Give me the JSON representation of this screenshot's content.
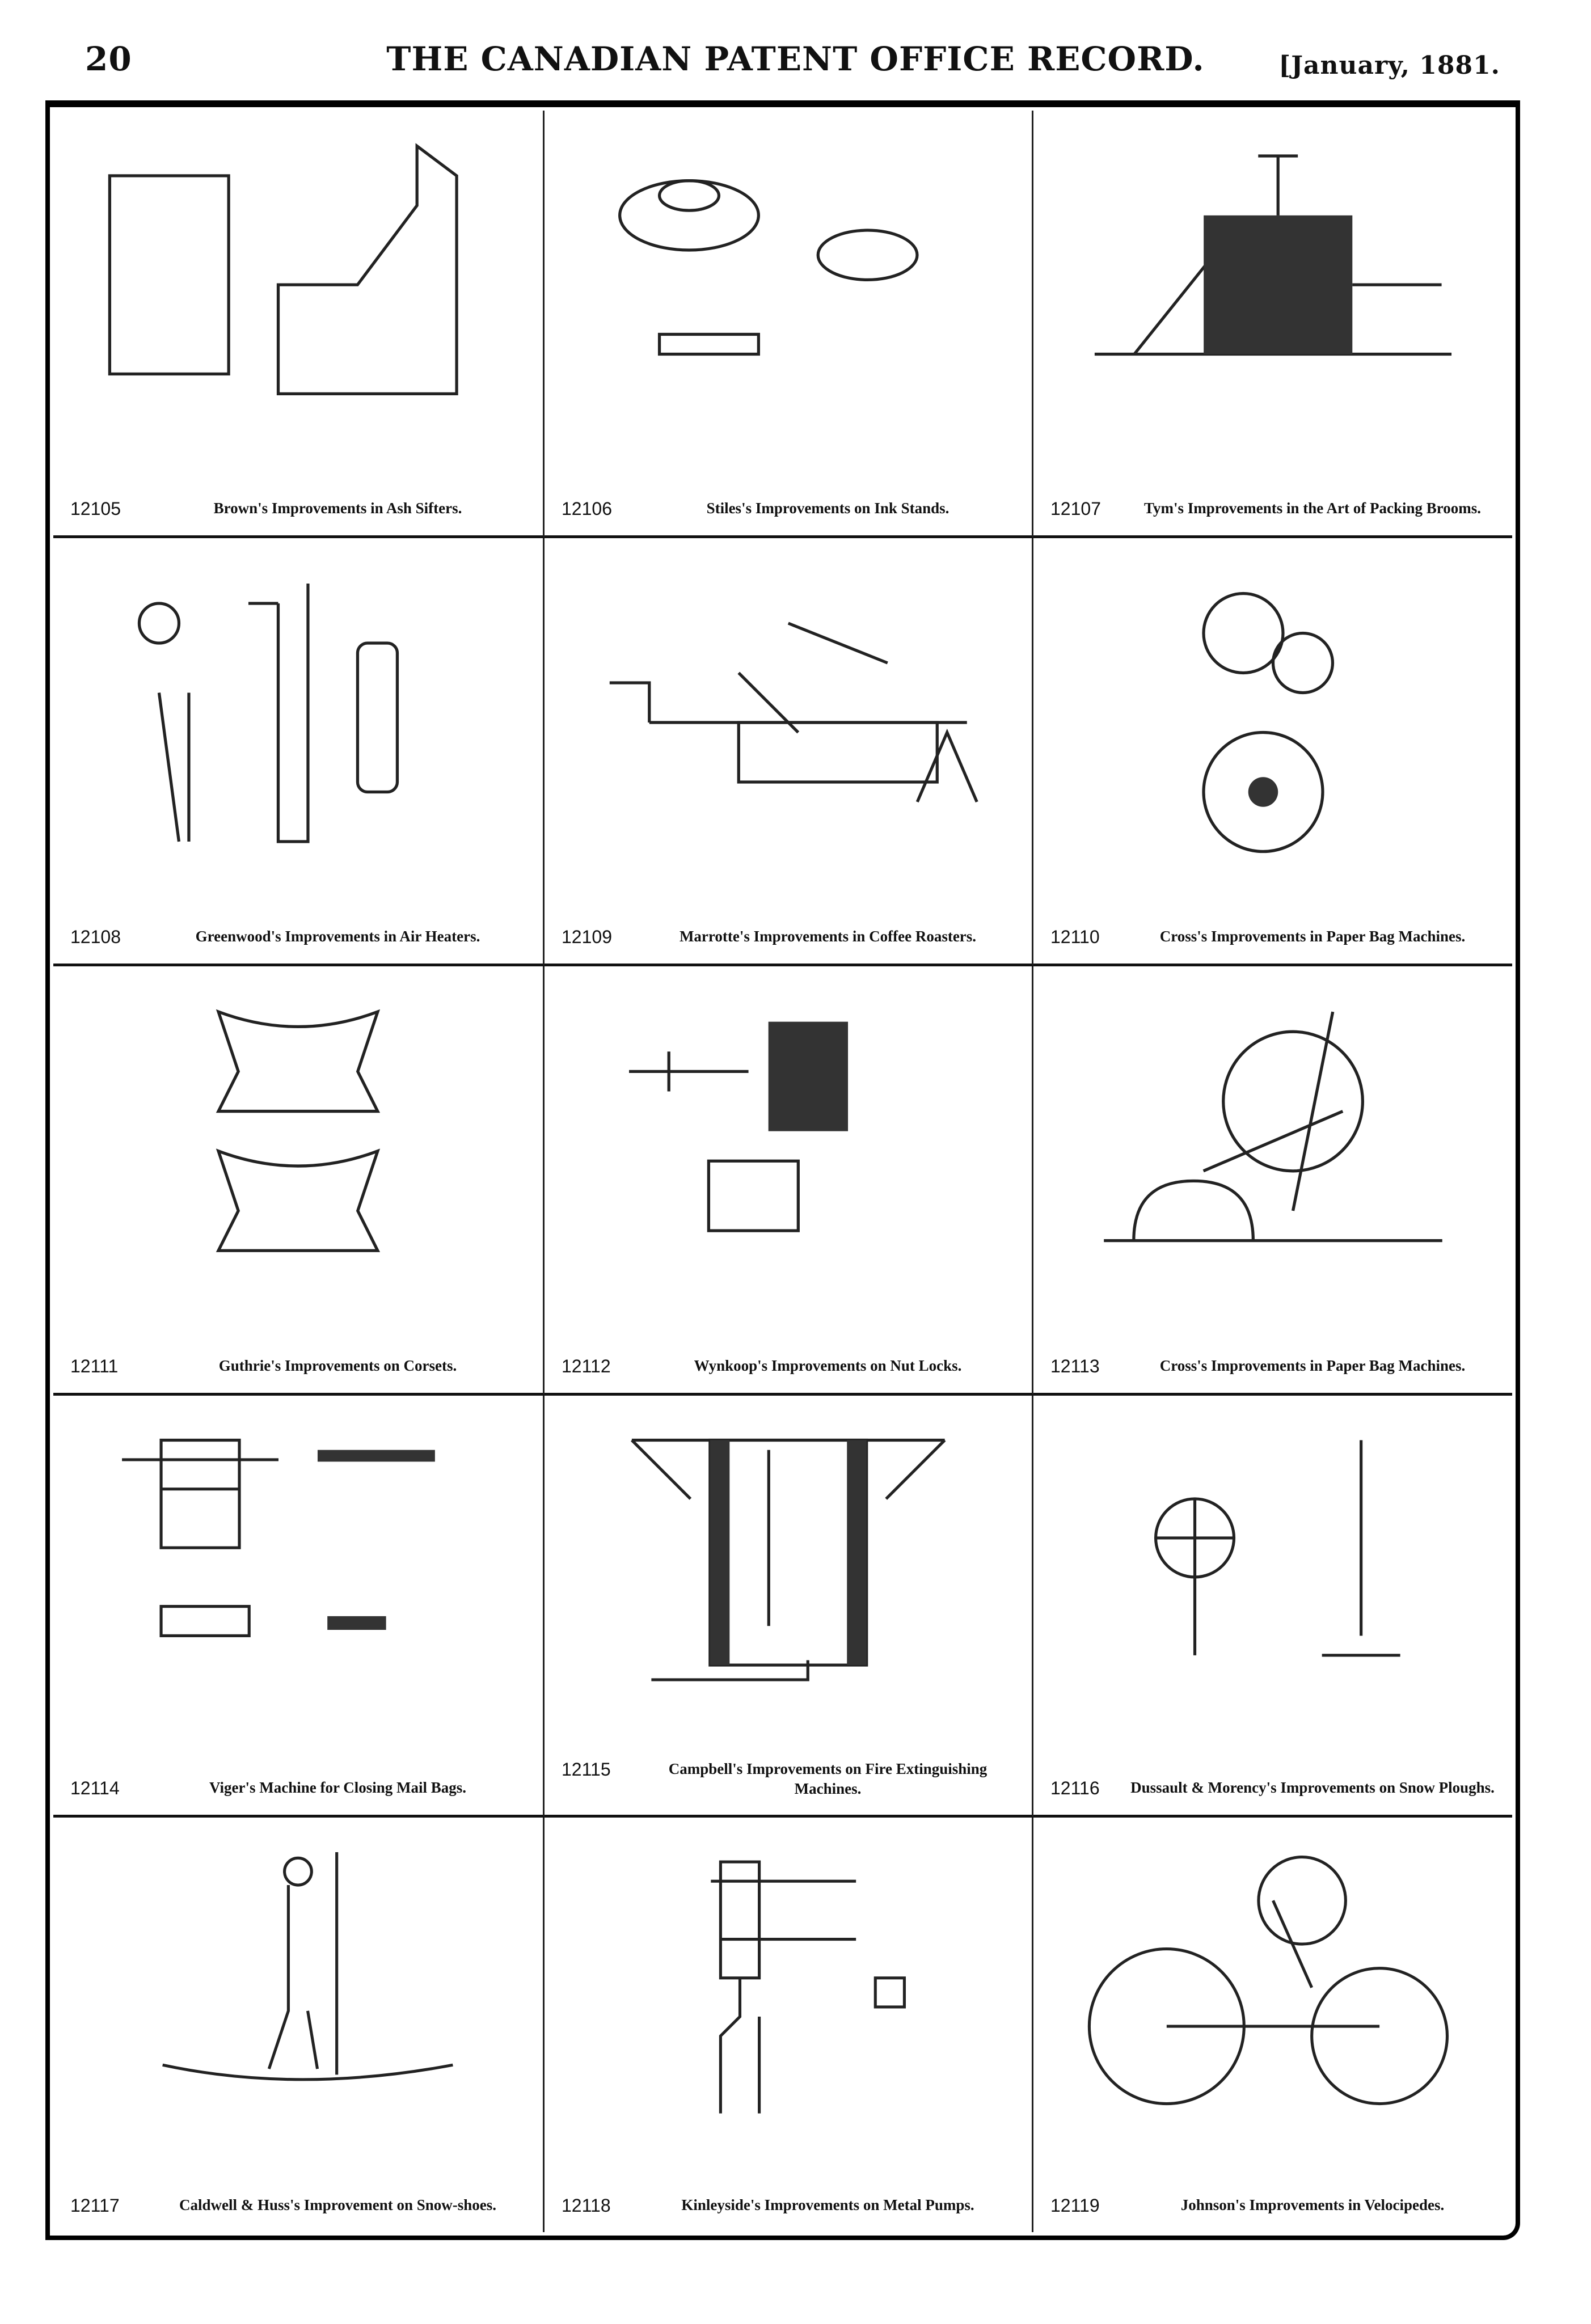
{
  "header": {
    "page_number": "20",
    "title": "THE CANADIAN PATENT OFFICE RECORD.",
    "date": "[January, 1881."
  },
  "patents": [
    {
      "number": "12105",
      "caption": "Brown's Improvements in Ash Sifters."
    },
    {
      "number": "12106",
      "caption": "Stiles's Improvements on Ink Stands."
    },
    {
      "number": "12107",
      "caption": "Tym's Improvements in the Art of Packing Brooms."
    },
    {
      "number": "12108",
      "caption": "Greenwood's Improvements in Air Heaters."
    },
    {
      "number": "12109",
      "caption": "Marrotte's Improvements in Coffee Roasters."
    },
    {
      "number": "12110",
      "caption": "Cross's Improvements in Paper Bag Machines."
    },
    {
      "number": "12111",
      "caption": "Guthrie's Improvements on Corsets."
    },
    {
      "number": "12112",
      "caption": "Wynkoop's Improvements on Nut Locks."
    },
    {
      "number": "12113",
      "caption": "Cross's Improvements in Paper Bag Machines."
    },
    {
      "number": "12114",
      "caption": "Viger's Machine for Closing Mail Bags."
    },
    {
      "number": "12115",
      "caption": "Campbell's Improvements on Fire Extinguishing Machines."
    },
    {
      "number": "12116",
      "caption": "Dussault & Morency's Improvements on Snow Ploughs."
    },
    {
      "number": "12117",
      "caption": "Caldwell & Huss's Improvement on Snow-shoes."
    },
    {
      "number": "12118",
      "caption": "Kinleyside's Improvements on Metal Pumps."
    },
    {
      "number": "12119",
      "caption": "Johnson's Improvements in Velocipedes."
    }
  ]
}
